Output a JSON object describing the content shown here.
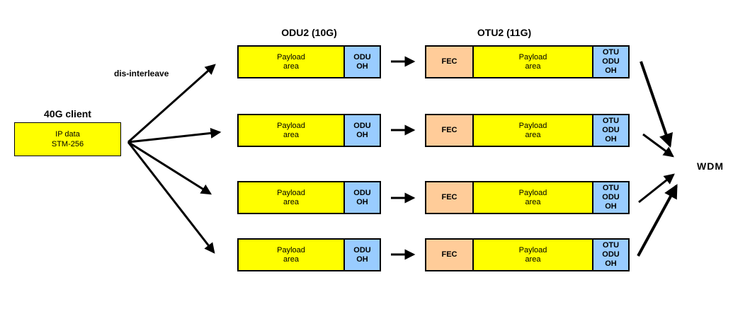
{
  "client": {
    "title": "40G client",
    "box_line1": "IP data",
    "box_line2": "STM-256"
  },
  "fanout_label": "dis-interleave",
  "columns": {
    "odu2_header": "ODU2 (10G)",
    "otu2_header": "OTU2 (11G)"
  },
  "odu2_frame": {
    "payload_line1": "Payload",
    "payload_line2": "area",
    "oh_line1": "ODU",
    "oh_line2": "OH"
  },
  "otu2_frame": {
    "fec": "FEC",
    "payload_line1": "Payload",
    "payload_line2": "area",
    "oh_line1": "OTU",
    "oh_line2": "ODU",
    "oh_line3": "OH"
  },
  "wdm_label": "WDM",
  "row_count": 4,
  "colors": {
    "payload_yellow": "#FFFF00",
    "fec_peach": "#FFCC99",
    "overhead_blue": "#99CCFF",
    "line_black": "#000000",
    "background": "#FFFFFF"
  }
}
